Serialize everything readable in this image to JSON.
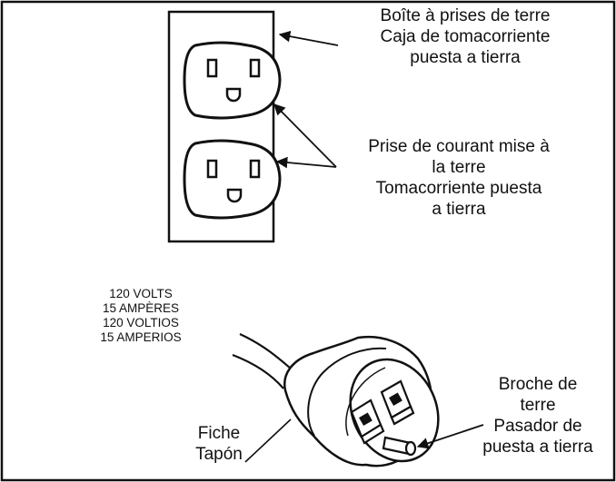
{
  "outlet_box": {
    "lines": [
      "Boîte à prises de terre",
      "Caja de tomacorriente",
      "puesta a tierra"
    ]
  },
  "receptacle": {
    "lines": [
      "Prise de courant mise à",
      "la terre",
      "Tomacorriente puesta",
      "a tierra"
    ]
  },
  "ratings": {
    "lines": [
      "120 VOLTS",
      "15 AMPÈRES",
      "120 VOLTIOS",
      "15 AMPERIOS"
    ]
  },
  "plug": {
    "lines": [
      "Fiche",
      "Tapón"
    ]
  },
  "ground_pin": {
    "lines": [
      "Broche de",
      "terre",
      "Pasador de",
      "puesta a tierra"
    ]
  }
}
